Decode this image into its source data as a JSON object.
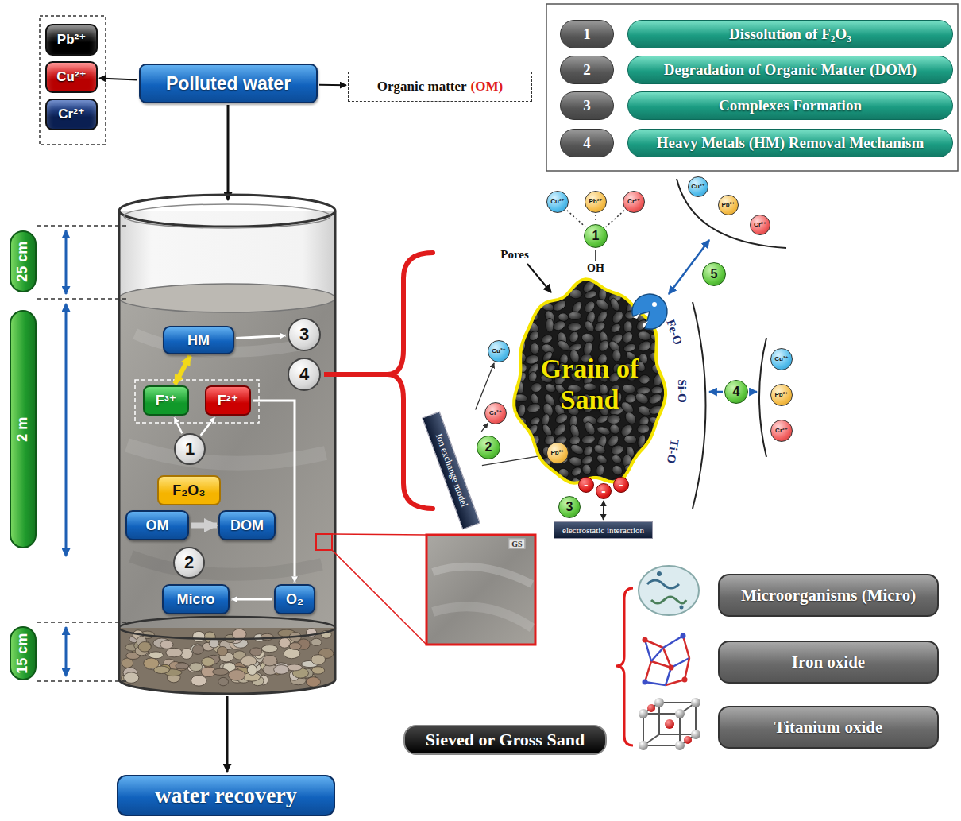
{
  "diagram": {
    "nodes": [
      {
        "text": [
          "Pb²⁺"
        ]
      },
      {
        "text": [
          "Cu²⁺"
        ]
      },
      {
        "text": [
          "Cr²⁺"
        ]
      },
      {
        "text": [
          "Polluted water"
        ]
      },
      {
        "text": [
          "Organic matter",
          "(OM)"
        ]
      },
      {
        "text": [
          "1"
        ]
      },
      {
        "text": [
          "Dissolution of F₂O₃"
        ]
      },
      {
        "text": [
          "2"
        ]
      },
      {
        "text": [
          "Degradation of Organic Matter (DOM)"
        ]
      },
      {
        "text": [
          "3"
        ]
      },
      {
        "text": [
          "Complexes Formation"
        ]
      },
      {
        "text": [
          "4"
        ]
      },
      {
        "text": [
          "Heavy Metals (HM) Removal Mechanism"
        ]
      },
      {
        "text": [
          "25 cm"
        ]
      },
      {
        "text": [
          "2 m"
        ]
      },
      {
        "text": [
          "15 cm"
        ]
      },
      {
        "text": [
          "HM"
        ]
      },
      {
        "text": [
          "3"
        ]
      },
      {
        "text": [
          "4"
        ]
      },
      {
        "text": [
          "F³⁺"
        ]
      },
      {
        "text": [
          "F²⁺"
        ]
      },
      {
        "text": [
          "1"
        ]
      },
      {
        "text": [
          "F₂O₃"
        ]
      },
      {
        "text": [
          "OM"
        ]
      },
      {
        "text": [
          "DOM"
        ]
      },
      {
        "text": [
          "2"
        ]
      },
      {
        "text": [
          "Micro"
        ]
      },
      {
        "text": [
          "O₂"
        ]
      },
      {
        "text": [
          "Cu²⁺"
        ]
      },
      {
        "text": [
          "Pb²⁺"
        ]
      },
      {
        "text": [
          "Cr²⁺"
        ]
      },
      {
        "text": [
          "Cu²⁺"
        ]
      },
      {
        "text": [
          "Pb²⁺"
        ]
      },
      {
        "text": [
          "Cr²⁺"
        ]
      },
      {
        "text": [
          "1"
        ]
      },
      {
        "text": [
          "5"
        ]
      },
      {
        "text": [
          "Grain of Sand"
        ]
      },
      {
        "text": [
          "Cu²⁺"
        ]
      },
      {
        "text": [
          "Cu²⁺"
        ]
      },
      {
        "text": [
          "4"
        ]
      },
      {
        "text": [
          "Pb²⁺"
        ]
      },
      {
        "text": [
          "Cr²⁺"
        ]
      },
      {
        "text": [
          "Cr²⁺"
        ]
      },
      {
        "text": [
          "Ion exchange model"
        ]
      },
      {
        "text": [
          "2"
        ]
      },
      {
        "text": [
          "Pb²⁺"
        ]
      },
      {
        "text": [
          "-"
        ]
      },
      {
        "text": [
          "-"
        ]
      },
      {
        "text": [
          "-"
        ]
      },
      {
        "text": [
          "3"
        ]
      },
      {
        "text": [
          "electrostatic interaction"
        ]
      },
      {
        "text": [
          "Microorganisms (Micro)"
        ]
      },
      {
        "text": [
          "Iron oxide"
        ]
      },
      {
        "text": [
          "Titanium oxide"
        ]
      },
      {
        "text": [
          "Sieved or Gross Sand"
        ]
      },
      {
        "text": [
          "water recovery"
        ]
      }
    ],
    "edges": [
      {
        "from": 3,
        "to": 1,
        "arrow": "to"
      },
      {
        "from": 3,
        "to": 4,
        "arrow": "to"
      },
      {
        "from": 16,
        "to": 17,
        "arrow": "to"
      },
      {
        "from": 16,
        "to": 19,
        "arrow": "both"
      },
      {
        "from": 21,
        "to": 19,
        "arrow": "to"
      },
      {
        "from": 21,
        "to": 20,
        "arrow": "to"
      },
      {
        "from": 20,
        "to": 27,
        "arrow": "to"
      },
      {
        "from": 27,
        "to": 26,
        "arrow": "to"
      },
      {
        "from": 23,
        "to": 24,
        "arrow": "to"
      },
      {
        "from": 31,
        "to": 34,
        "arrow": "none"
      },
      {
        "from": 32,
        "to": 34,
        "arrow": "none"
      },
      {
        "from": 33,
        "to": 34,
        "arrow": "none"
      },
      {
        "from": 43,
        "to": 37,
        "arrow": "to"
      },
      {
        "from": 43,
        "to": 41,
        "arrow": "to"
      },
      {
        "from": 43,
        "to": 45,
        "arrow": "to"
      },
      {
        "from": 47,
        "to": 50,
        "arrow": "both"
      }
    ],
    "labels": [
      "Pores",
      "OH",
      "Fe-O",
      "Si-O",
      "Ti-O",
      "GS"
    ]
  }
}
